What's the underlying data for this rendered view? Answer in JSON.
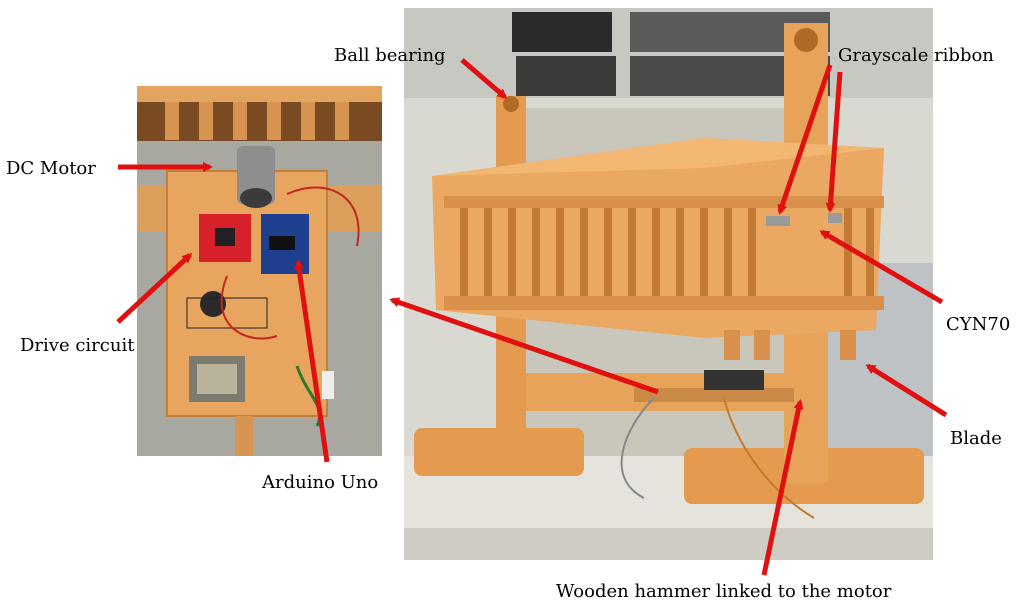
{
  "labels": {
    "ball_bearing": "Ball bearing",
    "grayscale_ribbon": "Grayscale ribbon",
    "dc_motor": "DC Motor",
    "drive_circuit": "Drive circuit",
    "cyn70": "CYN70",
    "blade": "Blade",
    "arduino_uno": "Arduino Uno",
    "wooden_hammer": "Wooden hammer linked to the motor"
  },
  "colors": {
    "arrow": "#e01010",
    "wood": "#e8a35a",
    "wood_dark": "#c27a35",
    "board_green": "#1f3f8f",
    "driver_red": "#d6202a"
  }
}
